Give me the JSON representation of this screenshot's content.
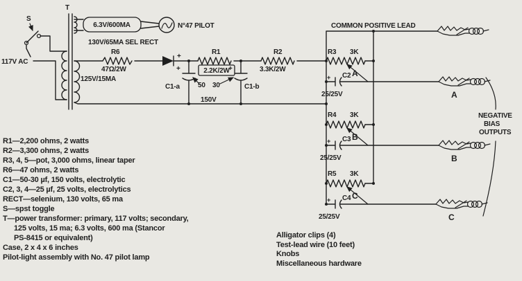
{
  "colors": {
    "background": "#e9e8e3",
    "ink": "#1f1f1f"
  },
  "schematic": {
    "transformer": {
      "label": "T",
      "switch": "S",
      "primary_input": "117V AC",
      "filament_rating": "6.3V/600MA",
      "secondary_rating": "125V/15MA"
    },
    "pilot_lamp": "N°47 PILOT",
    "rectifier": "130V/65MA SEL RECT",
    "rectifier_polarity": "+",
    "r6": {
      "name": "R6",
      "value": "47Ω/2W"
    },
    "r1": {
      "name": "R1",
      "value": "2.2K/2W"
    },
    "r2": {
      "name": "R2",
      "value": "3.3K/2W"
    },
    "c1": {
      "a": "C1-a",
      "b": "C1-b",
      "a_value": "50",
      "b_value": "30",
      "voltage": "150V",
      "a_plus": "+",
      "b_plus": "+"
    },
    "common_positive": "COMMON POSITIVE LEAD",
    "pots": [
      {
        "name": "R3",
        "value": "3K",
        "tap": "A"
      },
      {
        "name": "R4",
        "value": "3K",
        "tap": "B"
      },
      {
        "name": "R5",
        "value": "3K",
        "tap": "C"
      }
    ],
    "caps": [
      {
        "plus": "+",
        "name": "C2",
        "value": "25/25V"
      },
      {
        "plus": "+",
        "name": "C3",
        "value": "25/25V"
      },
      {
        "plus": "+",
        "name": "C4",
        "value": "25/25V"
      }
    ],
    "outputs": [
      {
        "label": "A"
      },
      {
        "label": "B"
      },
      {
        "label": "C"
      }
    ],
    "negative_bias": {
      "line1": "NEGATIVE",
      "line2": "BIAS",
      "line3": "OUTPUTS"
    }
  },
  "parts_list": {
    "lines": [
      "R1—2,200 ohms, 2 watts",
      "R2—3,300 ohms, 2 watts",
      "R3, 4, 5—pot, 3,000 ohms, linear taper",
      "R6—47 ohms, 2 watts",
      "C1—50-30 µf, 150 volts, electrolytic",
      "C2, 3, 4—25 µf, 25 volts, electrolytics",
      "RECT—selenium, 130 volts, 65 ma",
      "S—spst toggle",
      "T—power transformer: primary, 117 volts; secondary,",
      "125 volts, 15 ma; 6.3 volts, 600 ma (Stancor",
      "PS-8415 or equivalent)",
      "Case, 2 x 4 x 6 inches",
      "Pilot-light assembly with No. 47 pilot lamp"
    ]
  },
  "kit_list": {
    "lines": [
      "Alligator clips (4)",
      "Test-lead wire (10 feet)",
      "Knobs",
      "Miscellaneous hardware"
    ]
  }
}
